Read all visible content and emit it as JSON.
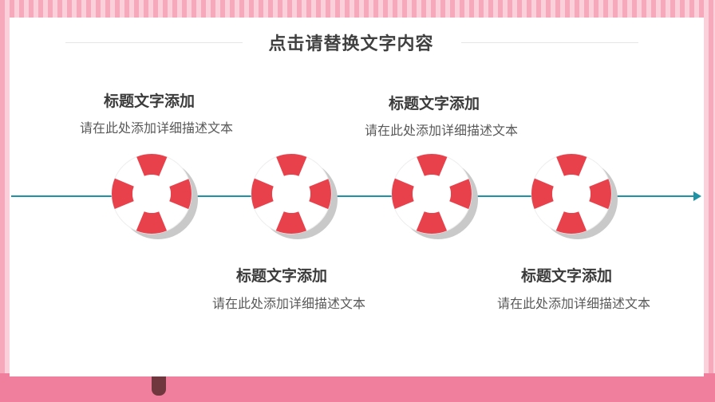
{
  "title": "点击请替换文字内容",
  "items": [
    {
      "heading": "标题文字添加",
      "desc": "请在此处添加详细描述文本"
    },
    {
      "heading": "标题文字添加",
      "desc": "请在此处添加详细描述文本"
    },
    {
      "heading": "标题文字添加",
      "desc": "请在此处添加详细描述文本"
    },
    {
      "heading": "标题文字添加",
      "desc": "请在此处添加详细描述文本"
    }
  ],
  "colors": {
    "accent": "#e8414b",
    "timeline": "#1f93a6",
    "frame": "#f6a9bb"
  },
  "icons": [
    "lifebuoy-icon",
    "lifebuoy-icon",
    "lifebuoy-icon",
    "lifebuoy-icon"
  ]
}
